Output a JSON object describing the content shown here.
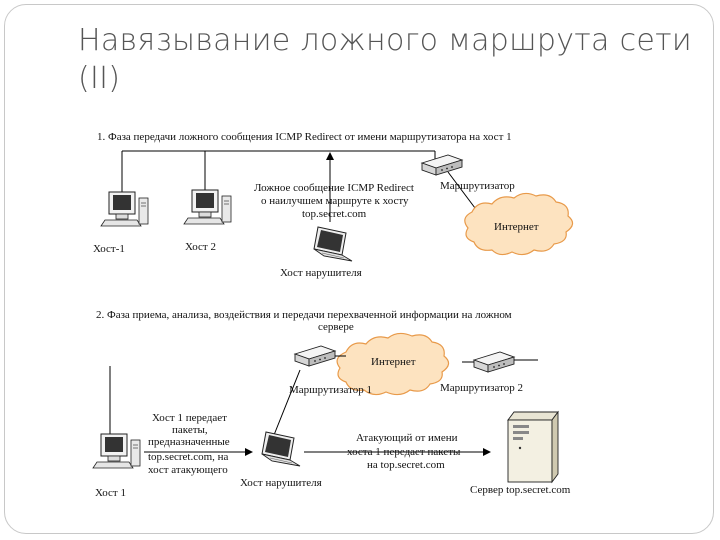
{
  "slide": {
    "title_line1": "Навязывание ложного маршрута сети",
    "title_line2": "(II)"
  },
  "phase1": {
    "caption": "1. Фаза передачи ложного сообщения ICMP Redirect от имени маршрутизатора на хост 1",
    "host1": "Хост-1",
    "host2": "Хост 2",
    "router": "Маршрутизатор",
    "internet": "Интернет",
    "attacker": "Хост нарушителя",
    "message_lines": [
      "Ложное сообщение ICMP Redirect",
      "о наилучшем маршруте к хосту",
      "top.secret.com"
    ]
  },
  "phase2": {
    "caption_lines": [
      "2. Фаза приема, анализа, воздействия и передачи перехваченной информации на ложном",
      "сервере"
    ],
    "internet": "Интернет",
    "router1": "Маршрутизатор 1",
    "router2": "Маршрутизатор 2",
    "host1": "Хост 1",
    "attacker": "Хост нарушителя",
    "server": "Сервер top.secret.com",
    "left_note_lines": [
      "Хост 1 передает",
      "пакеты,",
      "предназначенные",
      "top.secret.com, на",
      "хост атакующего"
    ],
    "right_note_lines": [
      "Атакующий от имени",
      "хоста 1 передает пакеты",
      "на top.secret.com"
    ]
  },
  "colors": {
    "cloud_fill": "#fde3c0",
    "cloud_stroke": "#e89a4a",
    "line": "#000000",
    "title": "#555555",
    "slide_border": "#c8c8c8"
  }
}
